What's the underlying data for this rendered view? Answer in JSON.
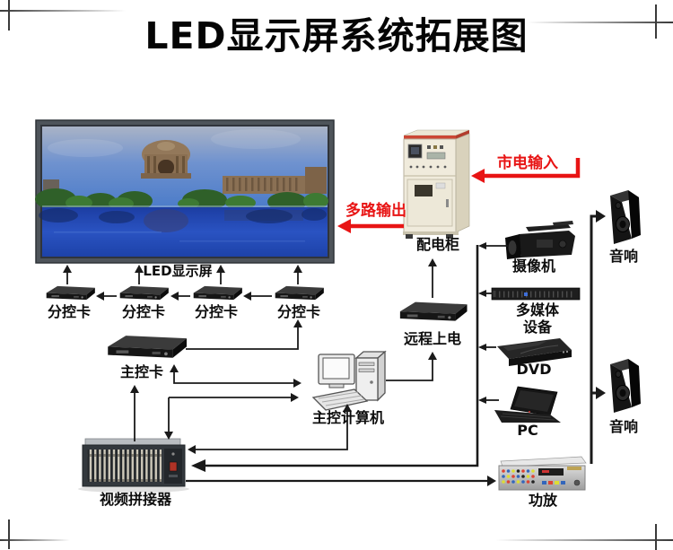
{
  "title": "LED显示屏系统拓展图",
  "colors": {
    "accent_red": "#e81414",
    "line": "#1a1a1a",
    "screen_frame": "#4e545a"
  },
  "diagram": {
    "led_screen": {
      "label": "LED显示屏"
    },
    "sub_cards": [
      {
        "label": "分控卡"
      },
      {
        "label": "分控卡"
      },
      {
        "label": "分控卡"
      },
      {
        "label": "分控卡"
      }
    ],
    "main_card": {
      "label": "主控卡"
    },
    "video_splicer": {
      "label": "视频拼接器"
    },
    "computer": {
      "label": "主控计算机"
    },
    "remote_power": {
      "label": "远程上电"
    },
    "power_cabinet": {
      "label": "配电柜"
    },
    "mains_input": {
      "label": "市电输入"
    },
    "multi_output": {
      "label": "多路输出"
    },
    "camera": {
      "label": "摄像机"
    },
    "multimedia": {
      "label_line1": "多媒体",
      "label_line2": "设备"
    },
    "dvd": {
      "label": "DVD"
    },
    "pc": {
      "label": "PC"
    },
    "amplifier": {
      "label": "功放"
    },
    "speaker_top": {
      "label": "音响"
    },
    "speaker_bottom": {
      "label": "音响"
    }
  }
}
